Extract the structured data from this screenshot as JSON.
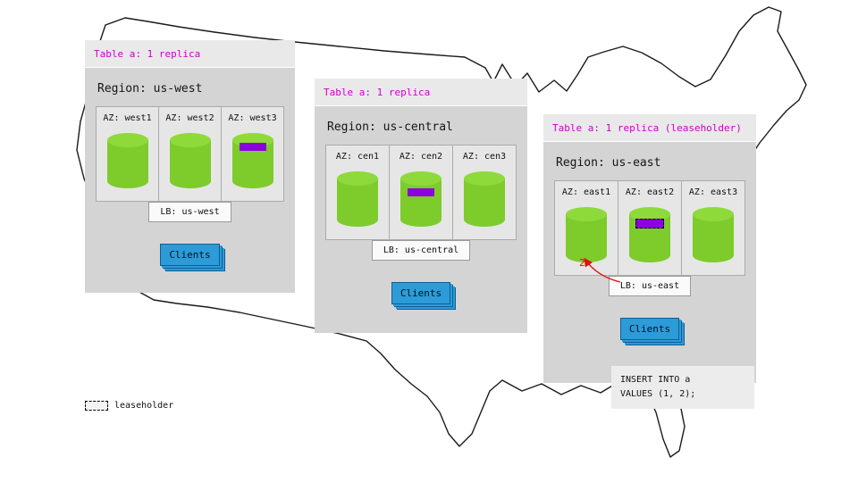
{
  "panels": {
    "west": {
      "table_label": "Table a: 1 replica",
      "region_label": "Region: us-west",
      "azs": [
        {
          "label": "AZ: west1",
          "replica": false
        },
        {
          "label": "AZ: west2",
          "replica": false
        },
        {
          "label": "AZ: west3",
          "replica": true
        }
      ],
      "lb_label": "LB: us-west",
      "clients_label": "Clients"
    },
    "central": {
      "table_label": "Table a: 1 replica",
      "region_label": "Region: us-central",
      "azs": [
        {
          "label": "AZ: cen1",
          "replica": false
        },
        {
          "label": "AZ: cen2",
          "replica": true
        },
        {
          "label": "AZ: cen3",
          "replica": false
        }
      ],
      "lb_label": "LB: us-central",
      "clients_label": "Clients"
    },
    "east": {
      "table_label": "Table a: 1 replica (leaseholder)",
      "region_label": "Region: us-east",
      "azs": [
        {
          "label": "AZ: east1",
          "replica": false
        },
        {
          "label": "AZ: east2",
          "replica": true,
          "leaseholder": true
        },
        {
          "label": "AZ: east3",
          "replica": false
        }
      ],
      "lb_label": "LB: us-east",
      "clients_label": "Clients",
      "step_label": "2"
    }
  },
  "sql_note": {
    "line1": "INSERT INTO a",
    "line2": "VALUES (1, 2);"
  },
  "legend": {
    "label": "leaseholder"
  },
  "colors": {
    "table_header_text": "#cc00cc",
    "cylinder_green": "#7ecb2c",
    "replica_purple": "#8b00dd",
    "clients_blue": "#2d9bd8",
    "arrow_red": "#dd1111"
  }
}
